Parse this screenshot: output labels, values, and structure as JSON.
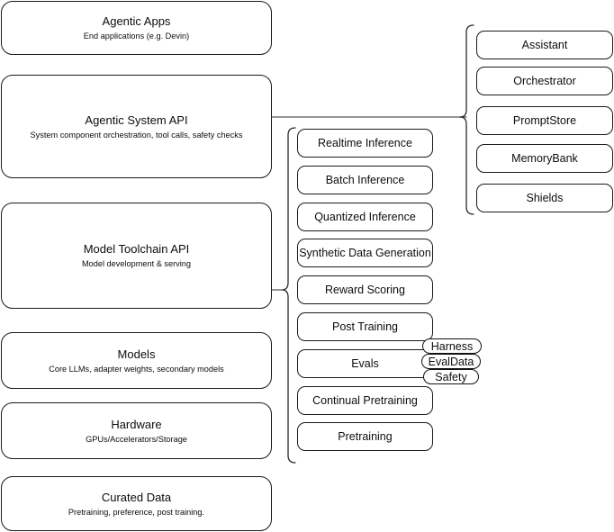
{
  "diagram": {
    "type": "layered-architecture-stack",
    "stroke_color": "#1a1a1a",
    "background_color": "#ffffff",
    "connector_color": "#2b2b2b"
  },
  "left_stack": {
    "items": [
      {
        "title": "Agentic Apps",
        "subtitle": "End applications (e.g. Devin)"
      },
      {
        "title": "Agentic System API",
        "subtitle": "System component orchestration, tool calls, safety checks"
      },
      {
        "title": "Model Toolchain API",
        "subtitle": "Model development & serving"
      },
      {
        "title": "Models",
        "subtitle": "Core LLMs, adapter weights, secondary models"
      },
      {
        "title": "Hardware",
        "subtitle": "GPUs/Accelerators/Storage"
      },
      {
        "title": "Curated Data",
        "subtitle": "Pretraining, preference, post training."
      }
    ]
  },
  "middle_column": {
    "items": [
      {
        "label": "Realtime Inference"
      },
      {
        "label": "Batch Inference"
      },
      {
        "label": "Quantized Inference"
      },
      {
        "label": "Synthetic Data Generation"
      },
      {
        "label": "Reward Scoring"
      },
      {
        "label": "Post Training"
      },
      {
        "label": "Evals"
      },
      {
        "label": "Continual Pretraining"
      },
      {
        "label": "Pretraining"
      }
    ]
  },
  "right_column": {
    "items": [
      {
        "label": "Assistant"
      },
      {
        "label": "Orchestrator"
      },
      {
        "label": "PromptStore"
      },
      {
        "label": "MemoryBank"
      },
      {
        "label": "Shields"
      }
    ]
  },
  "evals_pills": {
    "items": [
      {
        "label": "Harness"
      },
      {
        "label": "EvalData"
      },
      {
        "label": "Safety"
      }
    ]
  }
}
